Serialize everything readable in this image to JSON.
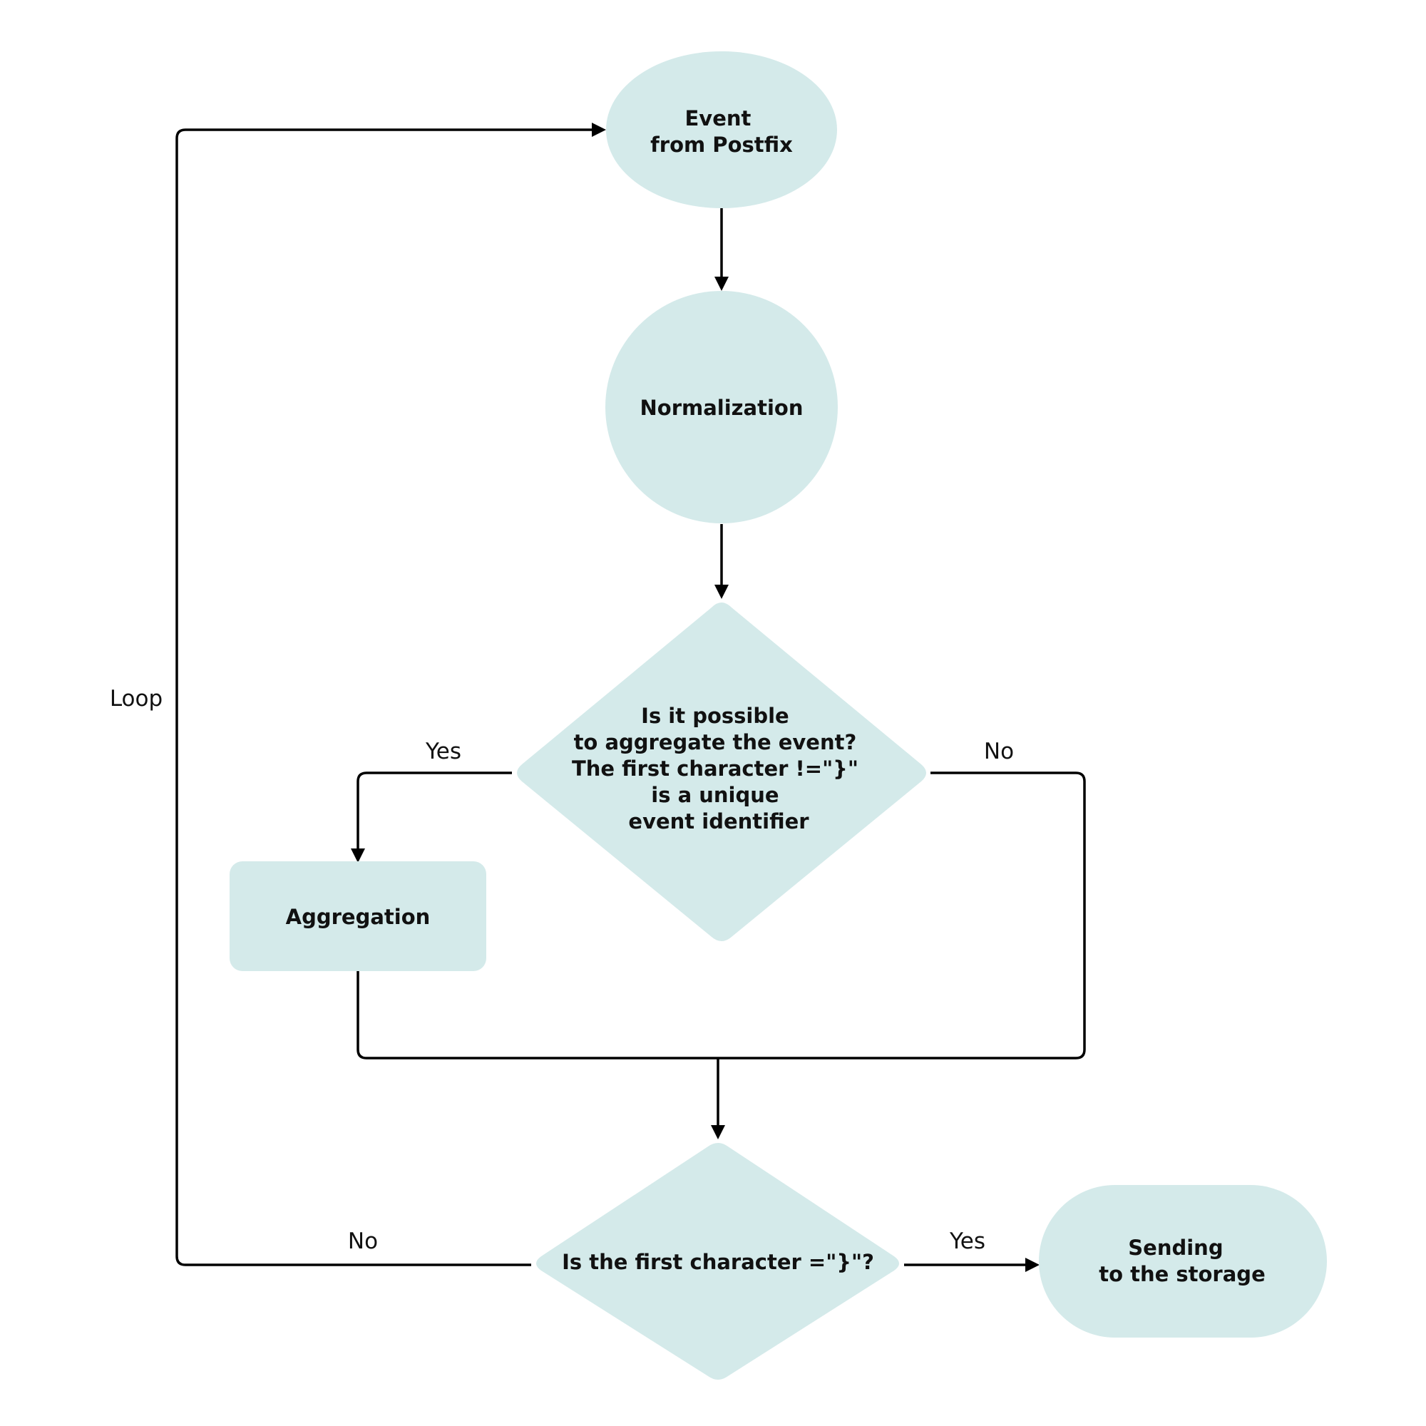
{
  "colors": {
    "node_fill": "#d4eaea",
    "line": "#000000",
    "text": "#111111",
    "background": "#ffffff"
  },
  "nodes": {
    "event": {
      "lines": [
        "Event",
        "from Postfix"
      ]
    },
    "normalization": {
      "lines": [
        "Normalization"
      ]
    },
    "decision_aggregate": {
      "lines": [
        "Is it possible",
        "to aggregate the event?",
        "The first character !=\"}\"",
        "is a unique",
        "event identifier"
      ]
    },
    "aggregation": {
      "lines": [
        "Aggregation"
      ]
    },
    "decision_end": {
      "lines": [
        "Is the first character =\"}\"?"
      ]
    },
    "sending": {
      "lines": [
        "Sending",
        "to the storage"
      ]
    }
  },
  "edge_labels": {
    "loop": "Loop",
    "aggregate_yes": "Yes",
    "aggregate_no": "No",
    "end_no": "No",
    "end_yes": "Yes"
  }
}
